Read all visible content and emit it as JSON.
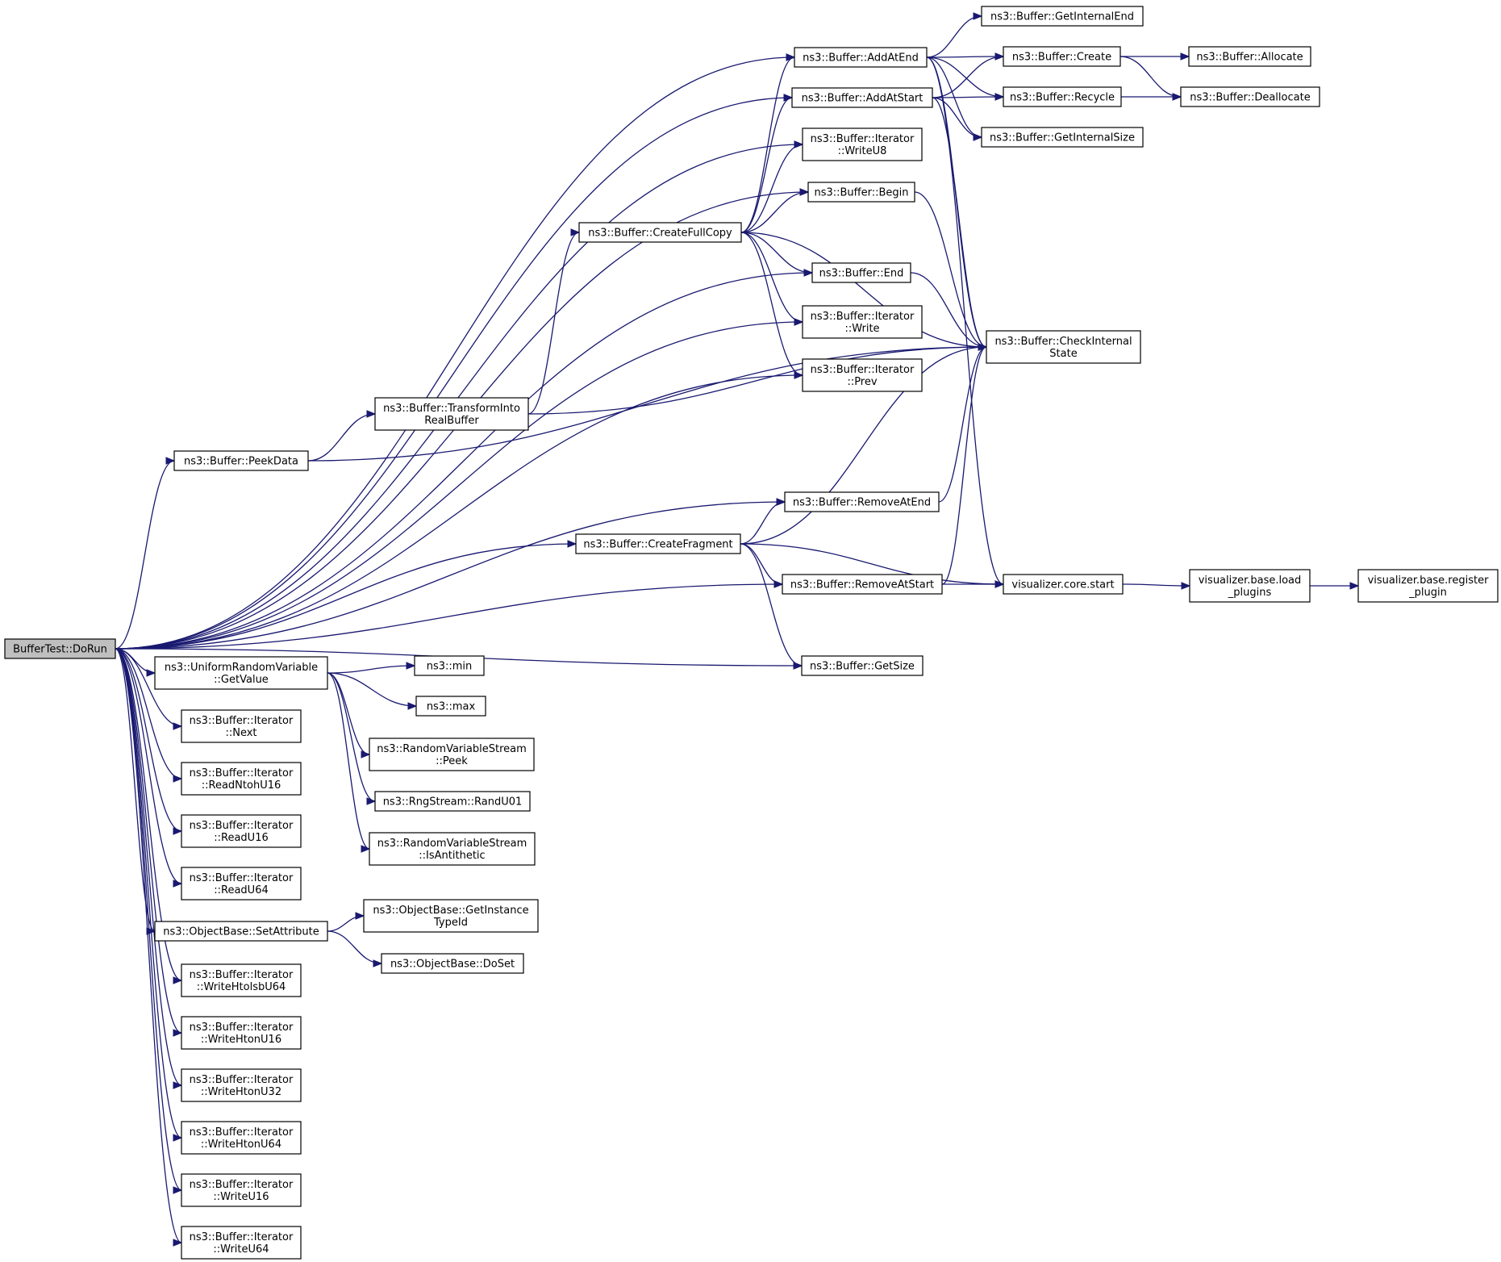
{
  "graph": {
    "nodes": [
      {
        "id": "dorun",
        "lines": [
          "BufferTest::DoRun"
        ],
        "root": true
      },
      {
        "id": "addatend",
        "lines": [
          "ns3::Buffer::AddAtEnd"
        ]
      },
      {
        "id": "addatstart",
        "lines": [
          "ns3::Buffer::AddAtStart"
        ]
      },
      {
        "id": "writeu8",
        "lines": [
          "ns3::Buffer::Iterator",
          "::WriteU8"
        ]
      },
      {
        "id": "begin",
        "lines": [
          "ns3::Buffer::Begin"
        ]
      },
      {
        "id": "createfullcopy",
        "lines": [
          "ns3::Buffer::CreateFullCopy"
        ]
      },
      {
        "id": "end",
        "lines": [
          "ns3::Buffer::End"
        ]
      },
      {
        "id": "write",
        "lines": [
          "ns3::Buffer::Iterator",
          "::Write"
        ]
      },
      {
        "id": "prev",
        "lines": [
          "ns3::Buffer::Iterator",
          "::Prev"
        ]
      },
      {
        "id": "transform",
        "lines": [
          "ns3::Buffer::TransformInto",
          "RealBuffer"
        ]
      },
      {
        "id": "peekdata",
        "lines": [
          "ns3::Buffer::PeekData"
        ]
      },
      {
        "id": "removeatend",
        "lines": [
          "ns3::Buffer::RemoveAtEnd"
        ]
      },
      {
        "id": "createfragment",
        "lines": [
          "ns3::Buffer::CreateFragment"
        ]
      },
      {
        "id": "removeatstart",
        "lines": [
          "ns3::Buffer::RemoveAtStart"
        ]
      },
      {
        "id": "getsize",
        "lines": [
          "ns3::Buffer::GetSize"
        ]
      },
      {
        "id": "getinternalend",
        "lines": [
          "ns3::Buffer::GetInternalEnd"
        ]
      },
      {
        "id": "create",
        "lines": [
          "ns3::Buffer::Create"
        ]
      },
      {
        "id": "allocate",
        "lines": [
          "ns3::Buffer::Allocate"
        ]
      },
      {
        "id": "recycle",
        "lines": [
          "ns3::Buffer::Recycle"
        ]
      },
      {
        "id": "deallocate",
        "lines": [
          "ns3::Buffer::Deallocate"
        ]
      },
      {
        "id": "getinternalsize",
        "lines": [
          "ns3::Buffer::GetInternalSize"
        ]
      },
      {
        "id": "checkinternal",
        "lines": [
          "ns3::Buffer::CheckInternal",
          "State"
        ]
      },
      {
        "id": "corestart",
        "lines": [
          "visualizer.core.start"
        ]
      },
      {
        "id": "loadplugins",
        "lines": [
          "visualizer.base.load",
          "_plugins"
        ]
      },
      {
        "id": "registerplugin",
        "lines": [
          "visualizer.base.register",
          "_plugin"
        ]
      },
      {
        "id": "getvalue",
        "lines": [
          "ns3::UniformRandomVariable",
          "::GetValue"
        ]
      },
      {
        "id": "min",
        "lines": [
          "ns3::min"
        ]
      },
      {
        "id": "max",
        "lines": [
          "ns3::max"
        ]
      },
      {
        "id": "peek",
        "lines": [
          "ns3::RandomVariableStream",
          "::Peek"
        ]
      },
      {
        "id": "randu01",
        "lines": [
          "ns3::RngStream::RandU01"
        ]
      },
      {
        "id": "isantithetic",
        "lines": [
          "ns3::RandomVariableStream",
          "::IsAntithetic"
        ]
      },
      {
        "id": "next",
        "lines": [
          "ns3::Buffer::Iterator",
          "::Next"
        ]
      },
      {
        "id": "readntohu16",
        "lines": [
          "ns3::Buffer::Iterator",
          "::ReadNtohU16"
        ]
      },
      {
        "id": "readu16",
        "lines": [
          "ns3::Buffer::Iterator",
          "::ReadU16"
        ]
      },
      {
        "id": "readu64",
        "lines": [
          "ns3::Buffer::Iterator",
          "::ReadU64"
        ]
      },
      {
        "id": "setattribute",
        "lines": [
          "ns3::ObjectBase::SetAttribute"
        ]
      },
      {
        "id": "getinstancetypeid",
        "lines": [
          "ns3::ObjectBase::GetInstance",
          "TypeId"
        ]
      },
      {
        "id": "doset",
        "lines": [
          "ns3::ObjectBase::DoSet"
        ]
      },
      {
        "id": "writehtolsbu64",
        "lines": [
          "ns3::Buffer::Iterator",
          "::WriteHtolsbU64"
        ]
      },
      {
        "id": "writehtonu16",
        "lines": [
          "ns3::Buffer::Iterator",
          "::WriteHtonU16"
        ]
      },
      {
        "id": "writehtonu32",
        "lines": [
          "ns3::Buffer::Iterator",
          "::WriteHtonU32"
        ]
      },
      {
        "id": "writehtonu64",
        "lines": [
          "ns3::Buffer::Iterator",
          "::WriteHtonU64"
        ]
      },
      {
        "id": "writeu16",
        "lines": [
          "ns3::Buffer::Iterator",
          "::WriteU16"
        ]
      },
      {
        "id": "writeu64",
        "lines": [
          "ns3::Buffer::Iterator",
          "::WriteU64"
        ]
      }
    ],
    "edges": [
      [
        "dorun",
        "addatend"
      ],
      [
        "dorun",
        "addatstart"
      ],
      [
        "dorun",
        "writeu8"
      ],
      [
        "dorun",
        "begin"
      ],
      [
        "dorun",
        "end"
      ],
      [
        "dorun",
        "write"
      ],
      [
        "dorun",
        "prev"
      ],
      [
        "dorun",
        "peekdata"
      ],
      [
        "dorun",
        "removeatend"
      ],
      [
        "dorun",
        "createfragment"
      ],
      [
        "dorun",
        "removeatstart"
      ],
      [
        "dorun",
        "getsize"
      ],
      [
        "dorun",
        "getvalue"
      ],
      [
        "dorun",
        "next"
      ],
      [
        "dorun",
        "readntohu16"
      ],
      [
        "dorun",
        "readu16"
      ],
      [
        "dorun",
        "readu64"
      ],
      [
        "dorun",
        "setattribute"
      ],
      [
        "dorun",
        "writehtolsbu64"
      ],
      [
        "dorun",
        "writehtonu16"
      ],
      [
        "dorun",
        "writehtonu32"
      ],
      [
        "dorun",
        "writehtonu64"
      ],
      [
        "dorun",
        "writeu16"
      ],
      [
        "dorun",
        "writeu64"
      ],
      [
        "addatend",
        "getinternalend"
      ],
      [
        "addatend",
        "create"
      ],
      [
        "addatend",
        "recycle"
      ],
      [
        "addatend",
        "getinternalsize"
      ],
      [
        "addatend",
        "checkinternal"
      ],
      [
        "addatend",
        "corestart"
      ],
      [
        "addatstart",
        "create"
      ],
      [
        "addatstart",
        "recycle"
      ],
      [
        "addatstart",
        "getinternalsize"
      ],
      [
        "addatstart",
        "checkinternal"
      ],
      [
        "create",
        "allocate"
      ],
      [
        "create",
        "deallocate"
      ],
      [
        "recycle",
        "deallocate"
      ],
      [
        "createfullcopy",
        "addatend"
      ],
      [
        "createfullcopy",
        "addatstart"
      ],
      [
        "createfullcopy",
        "writeu8"
      ],
      [
        "createfullcopy",
        "begin"
      ],
      [
        "createfullcopy",
        "end"
      ],
      [
        "createfullcopy",
        "write"
      ],
      [
        "createfullcopy",
        "prev"
      ],
      [
        "createfullcopy",
        "checkinternal"
      ],
      [
        "begin",
        "checkinternal"
      ],
      [
        "end",
        "checkinternal"
      ],
      [
        "transform",
        "createfullcopy"
      ],
      [
        "transform",
        "checkinternal"
      ],
      [
        "peekdata",
        "transform"
      ],
      [
        "peekdata",
        "checkinternal"
      ],
      [
        "removeatend",
        "checkinternal"
      ],
      [
        "createfragment",
        "removeatend"
      ],
      [
        "createfragment",
        "removeatstart"
      ],
      [
        "createfragment",
        "checkinternal"
      ],
      [
        "createfragment",
        "corestart"
      ],
      [
        "createfragment",
        "getsize"
      ],
      [
        "removeatstart",
        "checkinternal"
      ],
      [
        "removeatstart",
        "corestart"
      ],
      [
        "corestart",
        "loadplugins"
      ],
      [
        "loadplugins",
        "registerplugin"
      ],
      [
        "getvalue",
        "min"
      ],
      [
        "getvalue",
        "max"
      ],
      [
        "getvalue",
        "peek"
      ],
      [
        "getvalue",
        "randu01"
      ],
      [
        "getvalue",
        "isantithetic"
      ],
      [
        "setattribute",
        "getinstancetypeid"
      ],
      [
        "setattribute",
        "doset"
      ]
    ]
  }
}
